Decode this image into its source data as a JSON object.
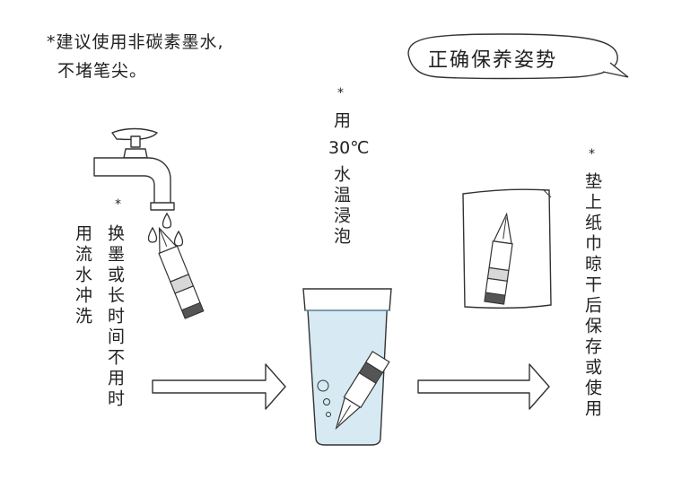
{
  "tip": {
    "line1": "*建议使用非碳素墨水,",
    "line2": "不堵笔尖。"
  },
  "title_bubble": "正确保养姿势",
  "steps": {
    "rinse": {
      "marker": "*",
      "col1": "用流水冲洗",
      "col2": "换墨或长时间不用时"
    },
    "soak": {
      "marker": "*",
      "col1": "用",
      "temp": "30℃",
      "col2": "水温浸泡"
    },
    "dry": {
      "marker": "*",
      "col1": "垫上纸巾晾干后保存或使用"
    }
  }
}
